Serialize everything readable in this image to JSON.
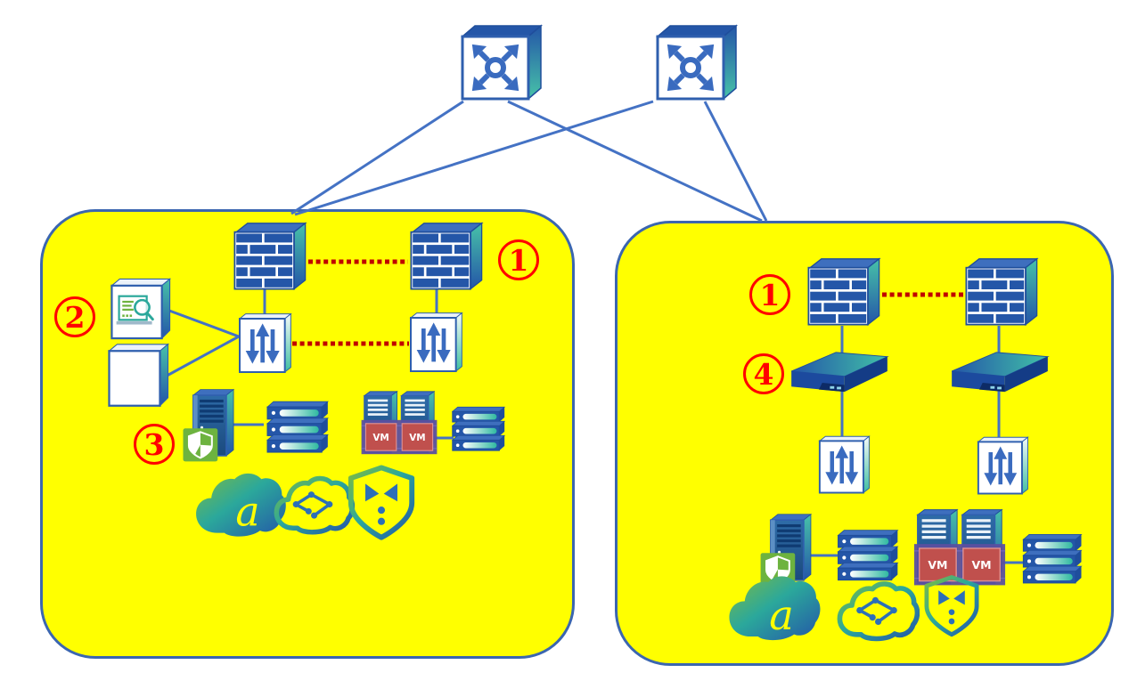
{
  "diagram_type": "dual-data-center network security architecture",
  "annotations": {
    "left_firewall_pair": "1",
    "left_audit_terminals": "2",
    "left_security_server": "3",
    "right_firewall_pair": "1",
    "right_security_appliance": "4"
  },
  "labels": {
    "vm": "VM",
    "cloud_letter": "a"
  },
  "icons": [
    "core-router-icon",
    "firewall-icon",
    "switch-updown-icon",
    "audit-monitor-icon",
    "blank-box-icon",
    "security-server-shield-icon",
    "rack-server-icon",
    "vm-server-icon",
    "network-appliance-icon",
    "cloud-a-icon",
    "cloud-share-network-icon",
    "shield-butler-icon"
  ],
  "colors": {
    "zone_fill": "#FFFF00",
    "zone_border": "#3B66B0",
    "connector_blue": "#4472C4",
    "heartbeat_dotted_red": "#C00000",
    "annotation_red": "#FF0000",
    "device_blue": "#2456A8",
    "device_teal": "#3FBFA0",
    "badge_green": "#6DB33F",
    "vm_red": "#C0504D",
    "vm_panel_purple": "#5B4FA0"
  }
}
